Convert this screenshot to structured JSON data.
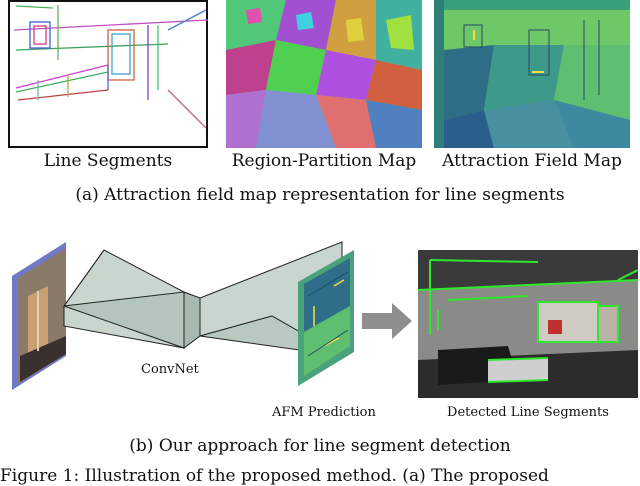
{
  "panel_a": {
    "labels": [
      "Line Segments",
      "Region-Partition Map",
      "Attraction Field Map"
    ],
    "caption": "(a)  Attraction field map representation for line segments"
  },
  "panel_b": {
    "convnet_label": "ConvNet",
    "afm_label": "AFM Prediction",
    "detected_label": "Detected Line Segments",
    "caption": "(b)  Our approach for line segment detection"
  },
  "figure_caption": "Figure 1: Illustration of the proposed method. (a) The proposed"
}
